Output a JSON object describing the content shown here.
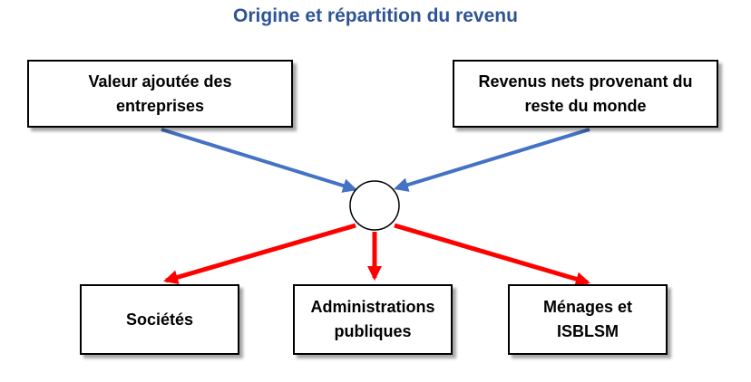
{
  "title": "Origine et répartition du revenu",
  "colors": {
    "title": "#2f5496",
    "inflow_arrow": "#4472c4",
    "outflow_arrow": "#ff0000",
    "box_border": "#000000"
  },
  "sources": [
    {
      "id": "valeur-ajoutee",
      "label": "Valeur ajoutée des\nentreprises"
    },
    {
      "id": "revenus-reste-monde",
      "label": "Revenus nets provenant du\nreste du monde"
    }
  ],
  "destinations": [
    {
      "id": "societes",
      "label": "Sociétés"
    },
    {
      "id": "administrations-publiques",
      "label": "Administrations\npubliques"
    },
    {
      "id": "menages-isblsm",
      "label": "Ménages et\nISBLSM"
    }
  ]
}
